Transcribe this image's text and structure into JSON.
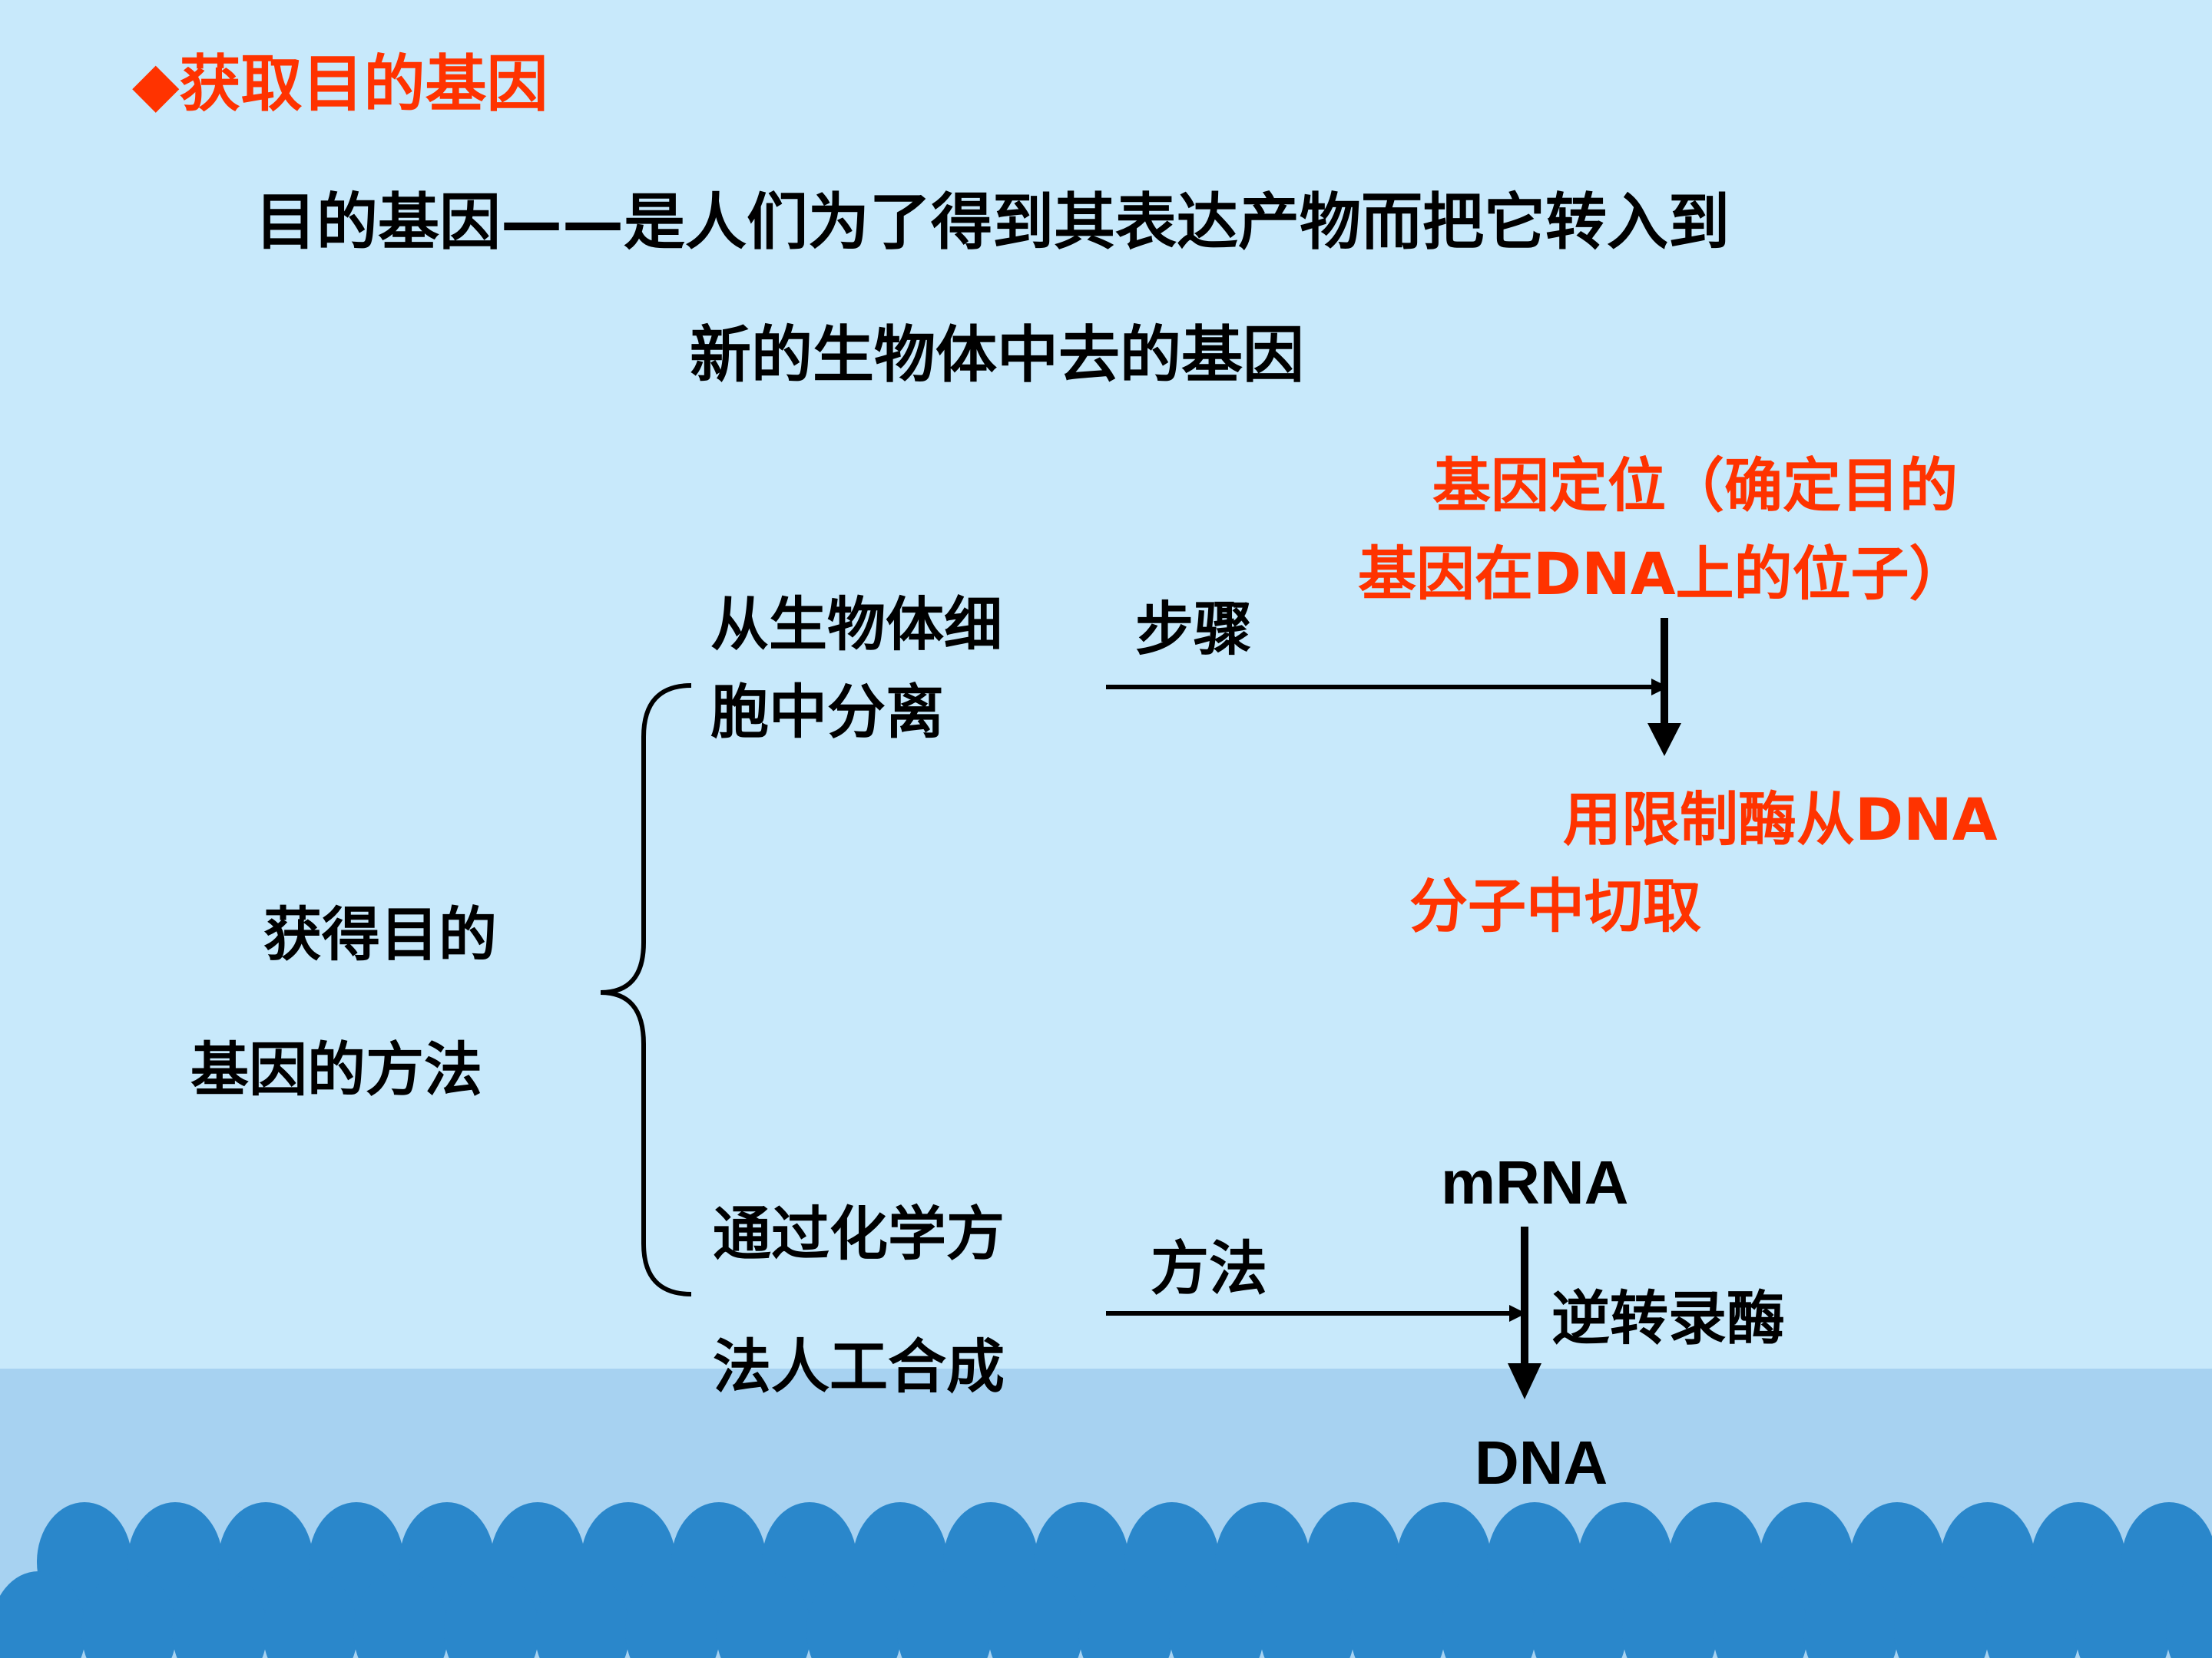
{
  "slide": {
    "section_marker": "◆",
    "section_title": "获取目的基因",
    "definition_line1": "目的基因——是人们为了得到其表达产物而把它转入到",
    "definition_line2": "新的生物体中去的基因"
  },
  "diagram": {
    "root_line1": "获得目的",
    "root_line2": "基因的方法",
    "branch1_line1": "从生物体细",
    "branch1_line2": "胞中分离",
    "branch1_arrow_label": "步骤",
    "branch1_step1_line1": "基因定位（确定目的",
    "branch1_step1_line2": "基因在DNA上的位子）",
    "branch1_step2_line1": "用限制酶从DNA",
    "branch1_step2_line2": "分子中切取",
    "branch2_line1": "通过化学方",
    "branch2_line2": "法人工合成",
    "branch2_arrow_label": "方法",
    "branch2_source": "mRNA",
    "branch2_enzyme": "逆转录酶",
    "branch2_product": "DNA"
  },
  "colors": {
    "background": "#c8e9fb",
    "sea": "#a7d2f1",
    "wave": "#2a87cb",
    "highlight": "#ff3300",
    "text": "#000000"
  }
}
